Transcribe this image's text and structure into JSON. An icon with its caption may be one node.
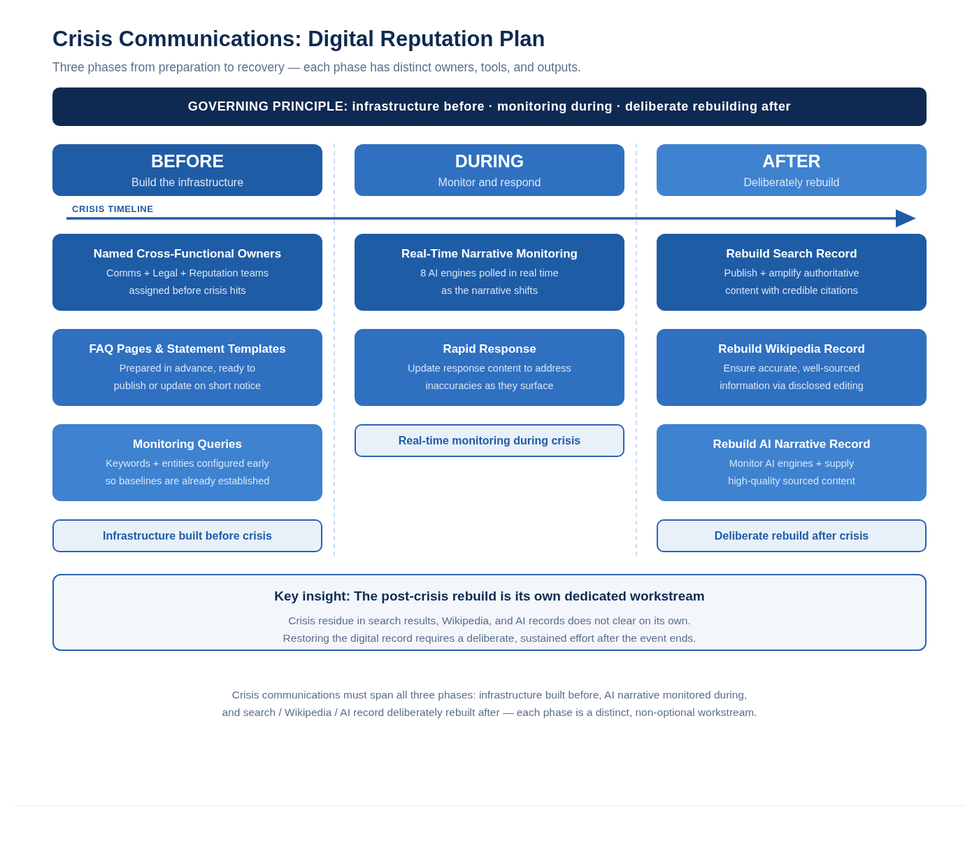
{
  "diagram": {
    "title": "Crisis Communications: Digital Reputation Plan",
    "caption": "Crisis communications must span all three phases: infrastructure built before, AI narrative monitored during, and search / Wikipedia / AI record deliberately rebuilt after — each phase is a distinct, non-optional workstream.",
    "nodes": [
      {
        "text": [
          "GOVERNING PRINCIPLE: infrastructure before · monitoring during · deliberate rebuilding after"
        ]
      },
      {
        "text": [
          "BEFORE",
          "Build the infrastructure"
        ]
      },
      {
        "text": [
          "DURING",
          "Monitor and respond"
        ]
      },
      {
        "text": [
          "AFTER",
          "Deliberately rebuild"
        ]
      },
      {
        "text": [
          "Named Cross-Functional Owners",
          "Comms + Legal + Reputation teams assigned before crisis hits"
        ]
      },
      {
        "text": [
          "Real-Time Narrative Monitoring",
          "8 AI engines polled in real time as the narrative shifts"
        ]
      },
      {
        "text": [
          "Rebuild Search Record",
          "Publish + amplify authoritative content with credible citations"
        ]
      },
      {
        "text": [
          "FAQ Pages & Statement Templates",
          "Prepared in advance, ready to publish or update on short notice"
        ]
      },
      {
        "text": [
          "Rapid Response",
          "Update response content to address inaccuracies as they surface"
        ]
      },
      {
        "text": [
          "Rebuild Wikipedia Record",
          "Ensure accurate, well-sourced information via disclosed editing"
        ]
      },
      {
        "text": [
          "Monitoring Queries",
          "Keywords + entities configured early so baselines are already established"
        ]
      },
      {
        "text": [
          "Real-time monitoring during crisis"
        ]
      },
      {
        "text": [
          "Rebuild AI Narrative Record",
          "Monitor AI engines + supply high-quality sourced content"
        ]
      },
      {
        "text": [
          "Infrastructure built before crisis"
        ]
      },
      {
        "text": [
          "Deliberate rebuild after crisis"
        ]
      },
      {
        "text": [
          "Key insight: The post-crisis rebuild is its own dedicated workstream",
          "Crisis residue in search results, Wikipedia, and AI records does not clear on its own. Restoring the digital record requires a deliberate, sustained effort after the event ends."
        ]
      }
    ],
    "labels": [
      "Three phases from preparation to recovery — each phase has distinct owners, tools, and outputs.",
      "CRISIS TIMELINE"
    ]
  }
}
